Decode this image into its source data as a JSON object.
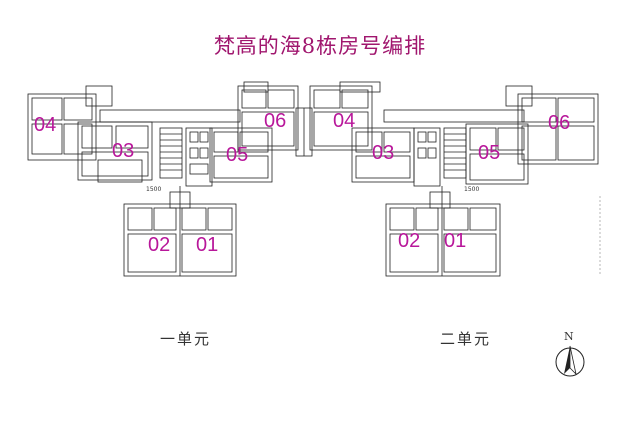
{
  "title": "梵高的海8栋房号编排",
  "units": {
    "unit1": "一单元",
    "unit2": "二单元"
  },
  "rooms": {
    "u1_04": "04",
    "u1_03": "03",
    "u1_05": "05",
    "u1_06": "06",
    "u1_02": "02",
    "u1_01": "01",
    "u2_04": "04",
    "u2_03": "03",
    "u2_05": "05",
    "u2_06": "06",
    "u2_02": "02",
    "u2_01": "01"
  },
  "dimensions": {
    "d1": "1500",
    "d2": "1500"
  },
  "compass": {
    "letter": "N"
  },
  "colors": {
    "title": "#a0166e",
    "room_number": "#b8179a",
    "lines": "#222222"
  }
}
